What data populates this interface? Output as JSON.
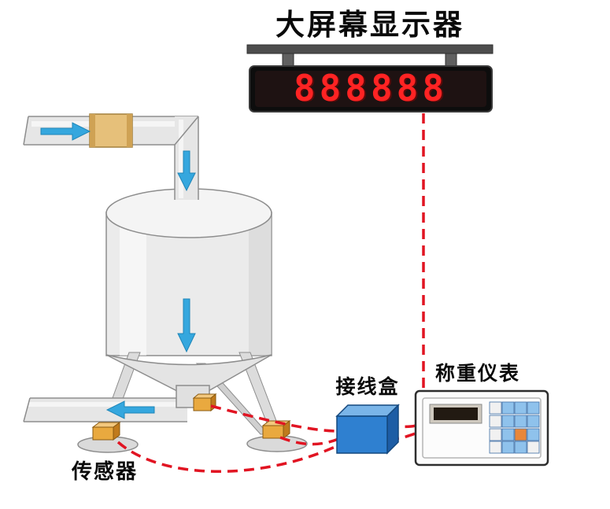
{
  "title": "大屏幕显示器",
  "display_board": {
    "digits": "888888"
  },
  "labels": {
    "sensor": "传感器",
    "junction_box": "接线盒",
    "indicator": "称重仪表"
  },
  "colors": {
    "led_red": "#ff2323",
    "cable_red": "#e11422",
    "arrow_blue": "#35a7de",
    "junction_blue": "#2f80d0",
    "sensor_orange": "#e9a93f",
    "tank_gray": "#ebebeb"
  }
}
